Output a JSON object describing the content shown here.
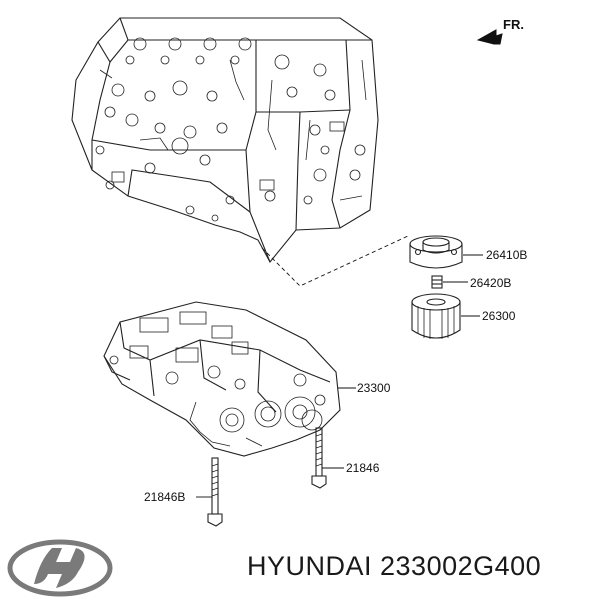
{
  "orientation": {
    "label": "FR."
  },
  "parts": [
    {
      "number": "26410B"
    },
    {
      "number": "26420B"
    },
    {
      "number": "26300"
    },
    {
      "number": "23300"
    },
    {
      "number": "21846"
    },
    {
      "number": "21846B"
    }
  ],
  "footer": {
    "brand": "HYUNDAI",
    "part_number": "233002G400",
    "logo": "hyundai-logo"
  }
}
